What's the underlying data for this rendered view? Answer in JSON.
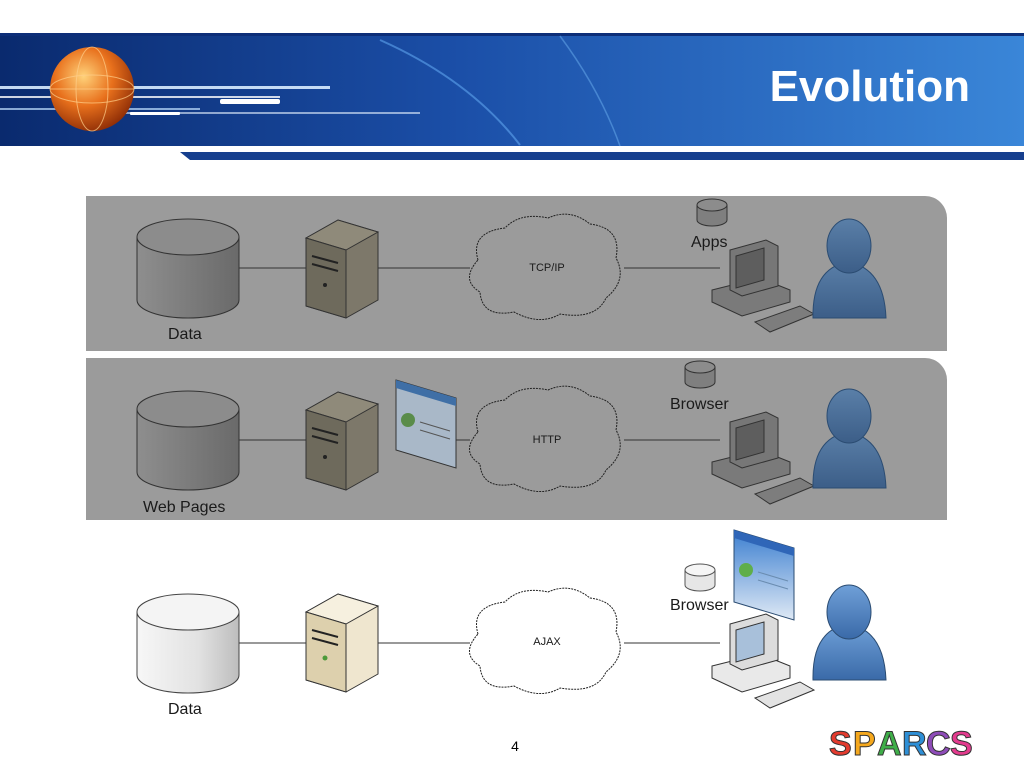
{
  "slide": {
    "title": "Evolution",
    "page_number": "4",
    "logo_text": "SPARCS"
  },
  "rows": [
    {
      "data_label": "Data",
      "network_label": "TCP/IP",
      "client_label": "Apps",
      "greyed": true
    },
    {
      "data_label": "Web Pages",
      "network_label": "HTTP",
      "client_label": "Browser",
      "greyed": true
    },
    {
      "data_label": "Data",
      "network_label": "AJAX",
      "client_label": "Browser",
      "greyed": false
    }
  ],
  "colors": {
    "header_blue": "#1f5fb5",
    "panel_grey": "#9b9b9b",
    "user_blue": "#4a7cb8"
  }
}
